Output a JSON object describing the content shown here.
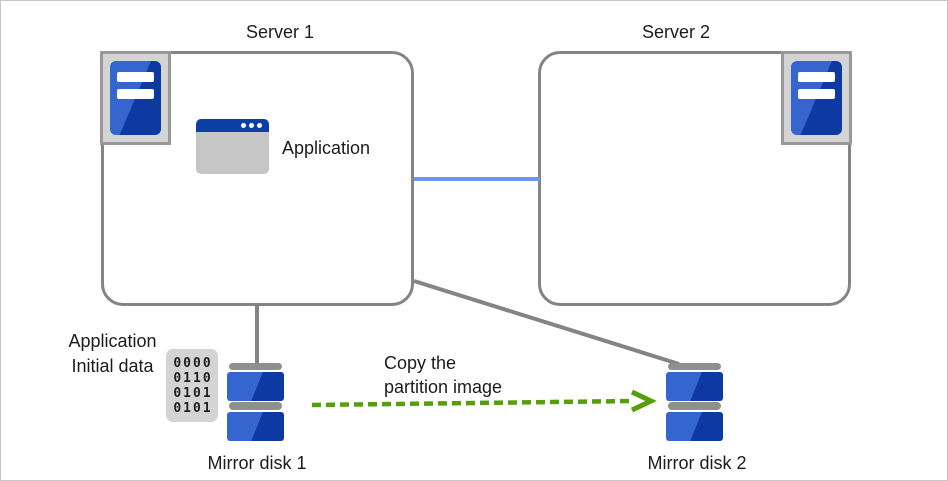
{
  "server1": {
    "label": "Server 1"
  },
  "server2": {
    "label": "Server 2"
  },
  "application": {
    "label": "Application"
  },
  "initial_data": {
    "line1": "Application",
    "line2": "Initial data"
  },
  "binary_icon": {
    "rows": [
      "0000",
      "0110",
      "0101",
      "0101"
    ]
  },
  "mirror_disk1": {
    "label": "Mirror disk 1"
  },
  "mirror_disk2": {
    "label": "Mirror disk 2"
  },
  "copy_annotation": {
    "line1": "Copy the",
    "line2": "partition image"
  },
  "colors": {
    "box_border": "#848484",
    "connector_gray": "#848484",
    "network_blue": "#6b96f2",
    "arrow_green": "#55a00a",
    "icon_blue_light": "#3565cf",
    "icon_blue_dark": "#0c3aa2",
    "titlebar_blue": "#0c3fa6",
    "icon_gray": "#8f8f8f",
    "panel_gray": "#c6c6c6",
    "panel_light": "#d4d4d4",
    "panel_border": "#999999",
    "digit_color": "#1f1f1f"
  }
}
